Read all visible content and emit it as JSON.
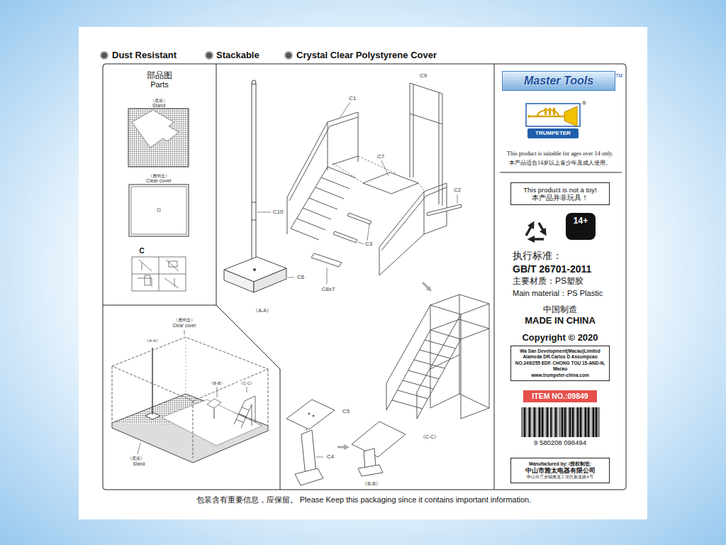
{
  "diagram": {
    "nodes": [
      {
        "text": [
          "部品图",
          "Parts"
        ]
      },
      {
        "text": [
          "Master Tools"
        ]
      },
      {
        "text": [
          "TRUMPETER"
        ]
      },
      {
        "text": [
          "This product is not a toy!",
          "本产品并非玩具！"
        ]
      },
      {
        "text": [
          "Wa San Development(Macau)Limited Alameda DR.Carlos D Assumpcao NO.249/255 EDF. CHONG TOU 15-AND-N, Macau",
          "www.trumpeter-china.com"
        ]
      },
      {
        "text": [
          "ITEM NO.:09849"
        ]
      },
      {
        "text": [
          "Manufactured by: /授权制造:",
          "中山市雅太电器有限公司",
          "中山市三乡镇南龙工业区新龙路4号"
        ]
      }
    ],
    "labels": [
      "Dust Resistant",
      "Stackable",
      "Crystal Clear Polystyrene Cover",
      "《底座》",
      "Stand",
      "《透明盒》",
      "Clear cover",
      "C",
      "C1",
      "C9",
      "C7",
      "C2",
      "C10",
      "C3",
      "C6",
      "C8x7",
      "《A-A》",
      "C5",
      "C4",
      "《B-B》",
      "《C-C》",
      "《透明盒》",
      "Clear cover",
      "《A-A》",
      "《B-B》",
      "《C-C》",
      "《底座》",
      "Stand",
      "TM",
      "®",
      "This product is suitable for ages over 14 only.",
      "本产品适合14岁以上青少年及成人使用。",
      "14+",
      "执行标准：",
      "GB/T 26701-2011",
      "主要材质：PS塑胶",
      "Main material：PS Plastic",
      "中国制造",
      "MADE IN CHINA",
      "Copyright © 2020",
      "9 580208 098494",
      "包装含有重要信息，应保留。 Please Keep this packaging since it contains important information."
    ]
  }
}
